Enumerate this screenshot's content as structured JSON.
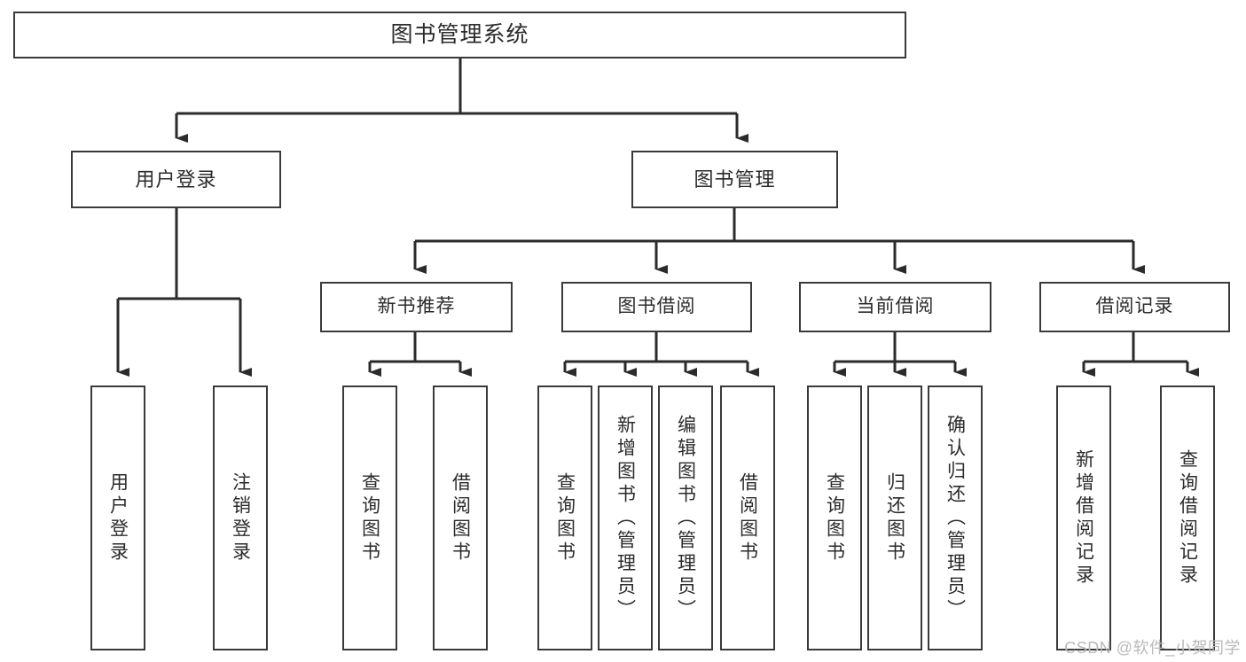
{
  "diagram": {
    "type": "hierarchy-tree",
    "title": "图书管理系统",
    "root": {
      "id": "root",
      "label": "图书管理系统"
    },
    "level2": [
      {
        "id": "user-login",
        "label": "用户登录"
      },
      {
        "id": "book-manage",
        "label": "图书管理"
      }
    ],
    "level3": [
      {
        "id": "new-book-recommend",
        "label": "新书推荐",
        "parent": "book-manage"
      },
      {
        "id": "book-borrow",
        "label": "图书借阅",
        "parent": "book-manage"
      },
      {
        "id": "current-borrow",
        "label": "当前借阅",
        "parent": "book-manage"
      },
      {
        "id": "borrow-record",
        "label": "借阅记录",
        "parent": "book-manage"
      }
    ],
    "leaves": [
      {
        "id": "leaf-user-login",
        "label": "用户登录",
        "parent": "user-login"
      },
      {
        "id": "leaf-user-logout",
        "label": "注销登录",
        "parent": "user-login"
      },
      {
        "id": "leaf-query-book-1",
        "label": "查询图书",
        "parent": "new-book-recommend"
      },
      {
        "id": "leaf-borrow-book-1",
        "label": "借阅图书",
        "parent": "new-book-recommend"
      },
      {
        "id": "leaf-query-book-2",
        "label": "查询图书",
        "parent": "book-borrow"
      },
      {
        "id": "leaf-add-book",
        "label": "新增图书（管理员）",
        "parent": "book-borrow"
      },
      {
        "id": "leaf-edit-book",
        "label": "编辑图书（管理员）",
        "parent": "book-borrow"
      },
      {
        "id": "leaf-borrow-book-2",
        "label": "借阅图书",
        "parent": "book-borrow"
      },
      {
        "id": "leaf-query-book-3",
        "label": "查询图书",
        "parent": "current-borrow"
      },
      {
        "id": "leaf-return-book",
        "label": "归还图书",
        "parent": "current-borrow"
      },
      {
        "id": "leaf-confirm-return",
        "label": "确认归还（管理员）",
        "parent": "current-borrow"
      },
      {
        "id": "leaf-add-record",
        "label": "新增借阅记录",
        "parent": "borrow-record"
      },
      {
        "id": "leaf-query-record",
        "label": "查询借阅记录",
        "parent": "borrow-record"
      }
    ]
  },
  "watermark": {
    "text": "CSDN @软件_小贺同学"
  },
  "colors": {
    "box_border": "#3a3a3a",
    "box_fill": "#ffffff",
    "text": "#2b2b2b",
    "connector": "#2b2b2b",
    "watermark": "#b9b9b9",
    "page_background": "#ffffff"
  }
}
